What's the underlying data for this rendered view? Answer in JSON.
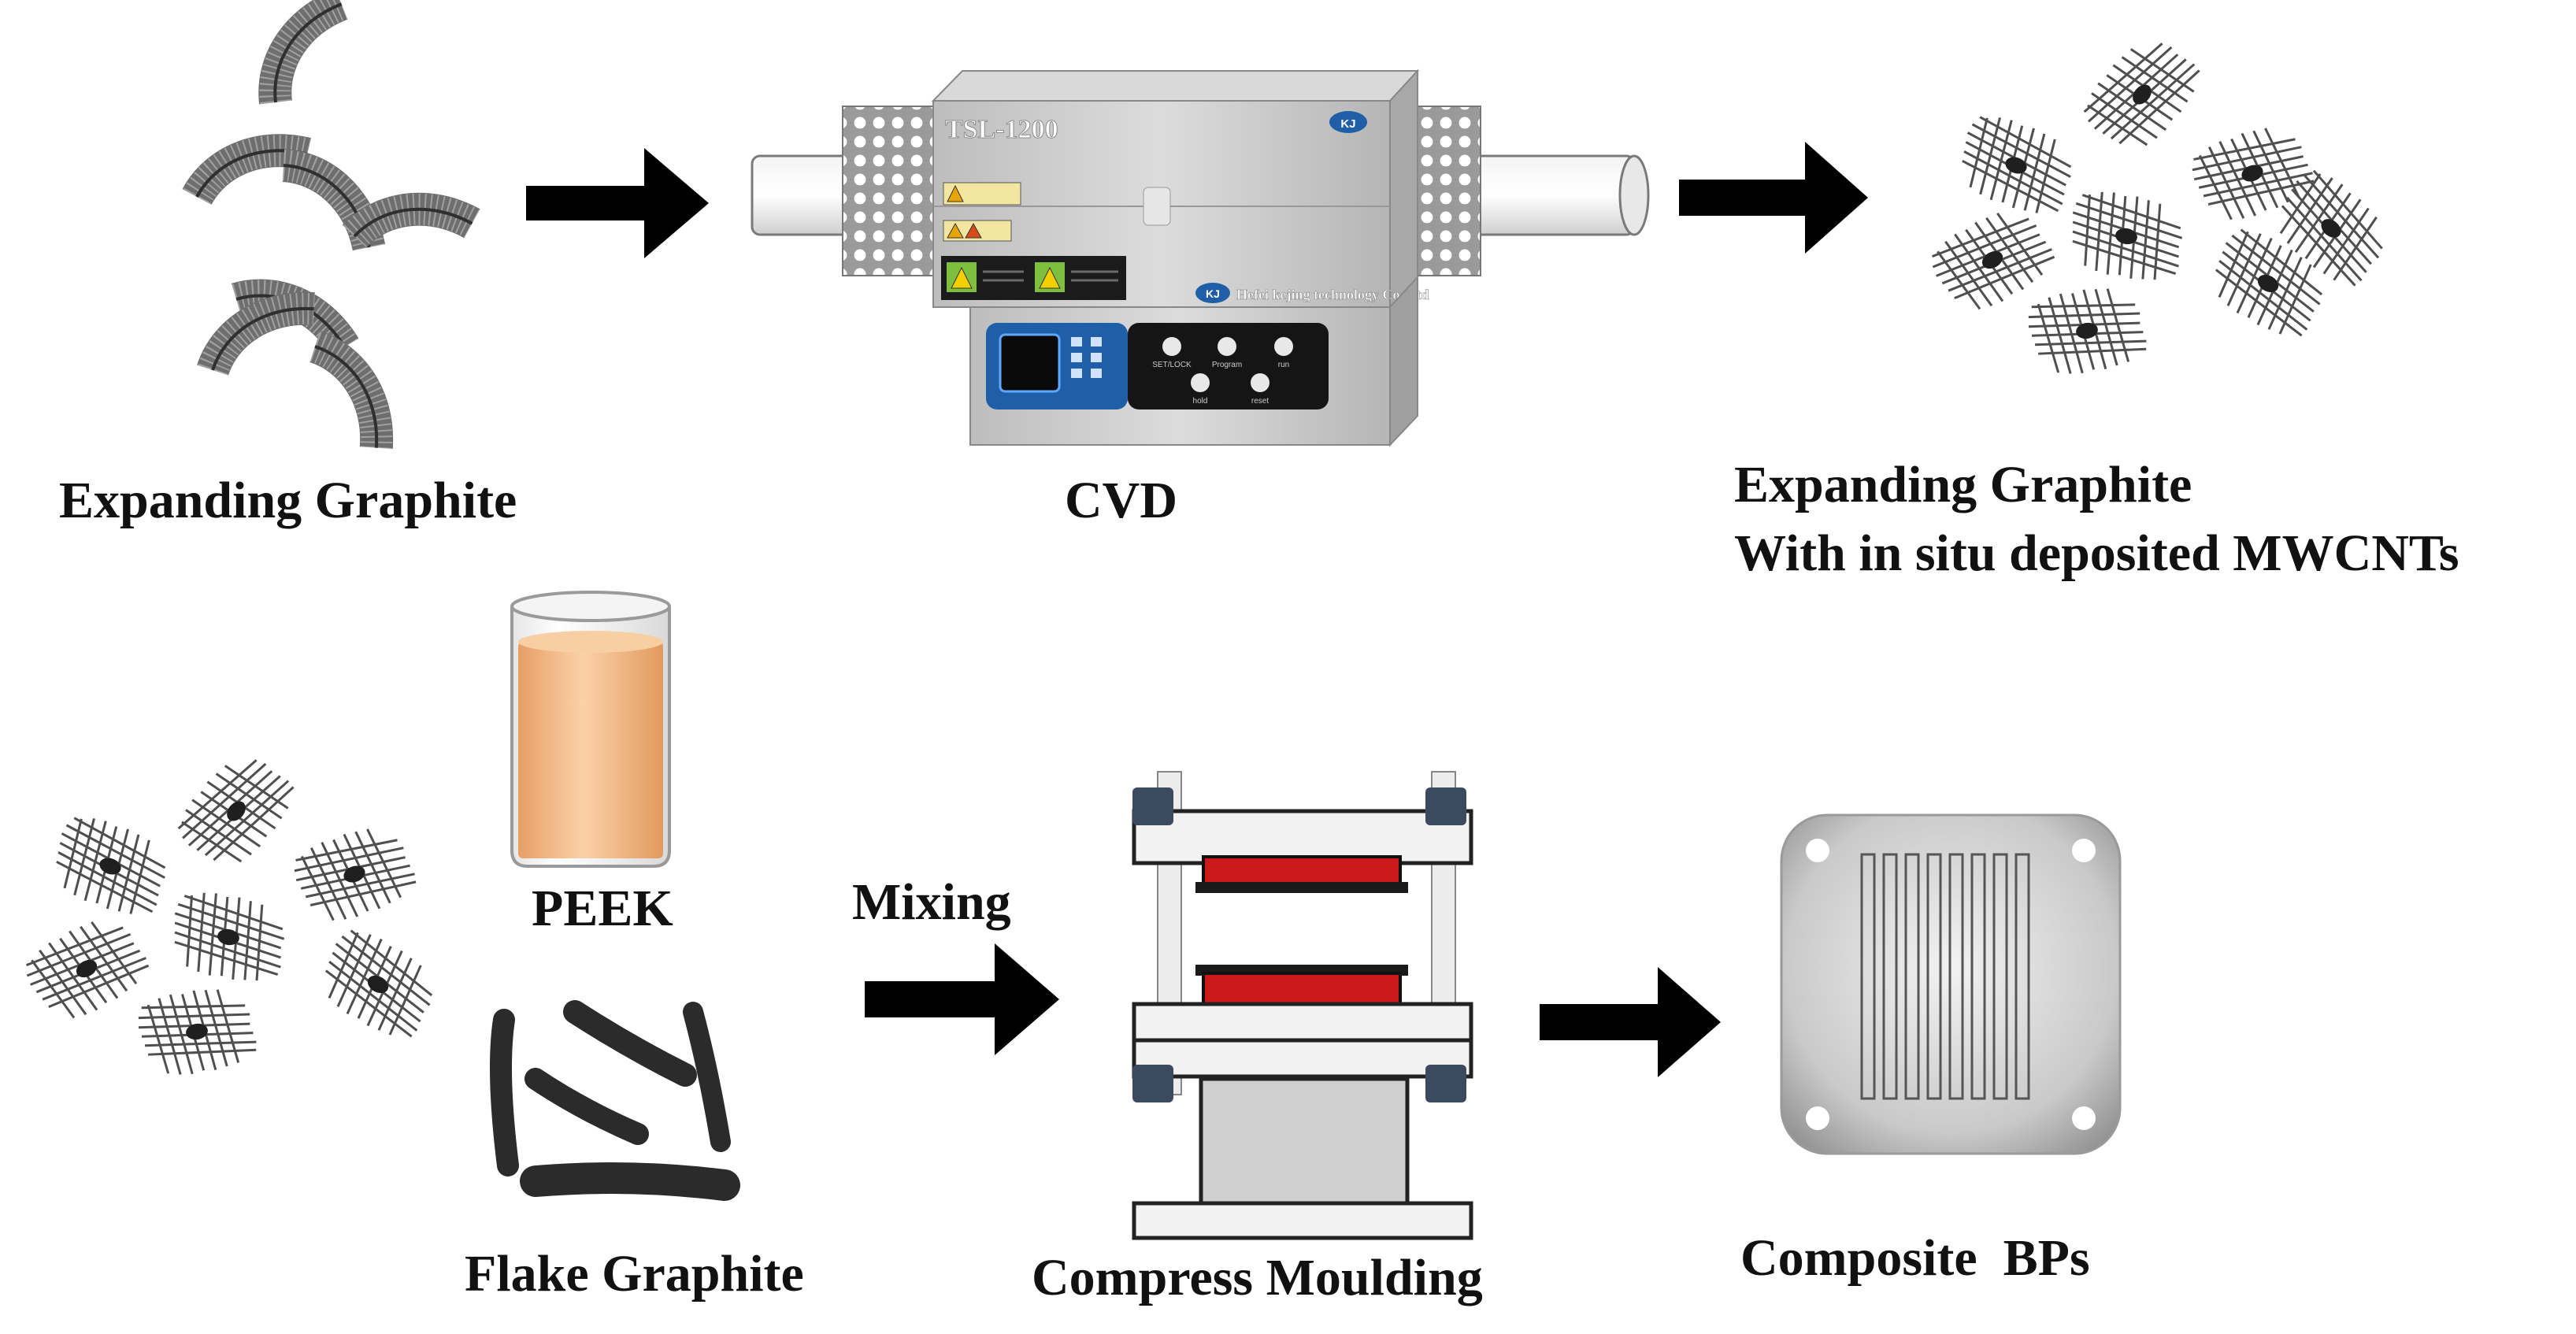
{
  "labels": {
    "expanding_graphite": "Expanding Graphite",
    "cvd": "CVD",
    "eg_mwcnt_line1": "Expanding Graphite",
    "eg_mwcnt_line2": "With in situ deposited MWCNTs",
    "peek": "PEEK",
    "flake_graphite": "Flake Graphite",
    "mixing": "Mixing",
    "compress_moulding": "Compress Moulding",
    "composite_bps": "Composite  BPs"
  },
  "furnace": {
    "model": "TSL-1200",
    "brand_badge": "KJ",
    "company": "Hefei kejing technology Co.,Ltd",
    "buttons": [
      "SET/LOCK",
      "Program",
      "run",
      "hold",
      "reset"
    ]
  },
  "colors": {
    "arrow": "#000000",
    "graphite": "#555555",
    "peek_fill": "#f2b27a",
    "press_red": "#cc1a1a",
    "furnace_body": "#c9c9c9",
    "panel_blue": "#1f5fa8"
  }
}
